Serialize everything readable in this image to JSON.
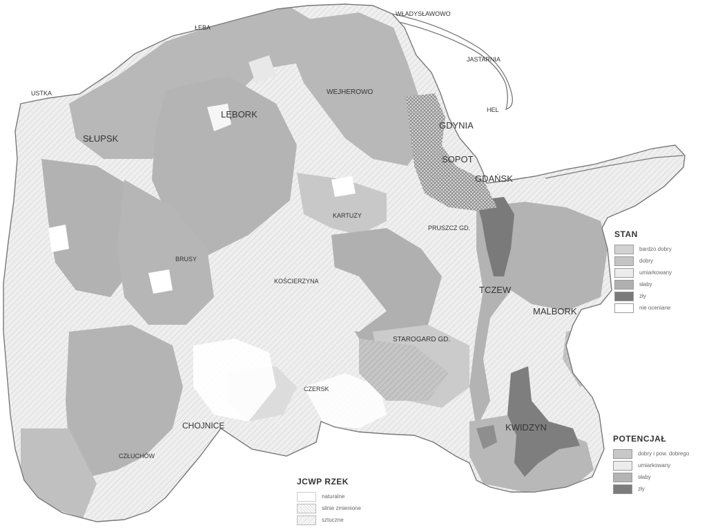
{
  "places": [
    {
      "id": "leba",
      "name": "ŁEBA"
    },
    {
      "id": "wladyslawowo",
      "name": "WŁADYSŁAWOWO"
    },
    {
      "id": "jastarnia",
      "name": "JASTARNIA"
    },
    {
      "id": "hel",
      "name": "HEL"
    },
    {
      "id": "ustka",
      "name": "USTKA"
    },
    {
      "id": "wejherowo",
      "name": "WEJHEROWO"
    },
    {
      "id": "lebork",
      "name": "LĘBORK"
    },
    {
      "id": "slupsk",
      "name": "SŁUPSK"
    },
    {
      "id": "gdynia",
      "name": "GDYNIA"
    },
    {
      "id": "sopot",
      "name": "SOPOT"
    },
    {
      "id": "gdansk",
      "name": "GDAŃSK"
    },
    {
      "id": "kartuzy",
      "name": "KARTUZY"
    },
    {
      "id": "pruszcz",
      "name": "PRUSZCZ GD."
    },
    {
      "id": "brusy",
      "name": "BRUSY"
    },
    {
      "id": "koscierzyna",
      "name": "KOŚCIERZYNA"
    },
    {
      "id": "tczew",
      "name": "TCZEW"
    },
    {
      "id": "malbork",
      "name": "MALBORK"
    },
    {
      "id": "starogard",
      "name": "STAROGARD GD."
    },
    {
      "id": "czersk",
      "name": "CZERSK"
    },
    {
      "id": "kwidzyn",
      "name": "KWIDZYN"
    },
    {
      "id": "chojnice",
      "name": "CHOJNICE"
    },
    {
      "id": "czluchow",
      "name": "CZŁUCHÓW"
    }
  ],
  "legends": {
    "stan": {
      "title": "STAN",
      "items": [
        {
          "label": "bardzo dobry",
          "color": "#d2d2d2"
        },
        {
          "label": "dobry",
          "color": "#c4c4c4"
        },
        {
          "label": "umiarkowany",
          "color": "#ececec"
        },
        {
          "label": "słaby",
          "color": "#b0b0b0"
        },
        {
          "label": "zły",
          "color": "#7a7a7a"
        },
        {
          "label": "nie oceniane",
          "color": "#ffffff"
        }
      ]
    },
    "potencjal": {
      "title": "POTENCJAŁ",
      "items": [
        {
          "label": "dobry i pow. dobrego",
          "color": "#c8c8c8"
        },
        {
          "label": "umiarkowany",
          "color": "#ececec"
        },
        {
          "label": "słaby",
          "color": "#b4b4b4"
        },
        {
          "label": "zły",
          "color": "#7c7c7c"
        }
      ]
    },
    "jcwp": {
      "title": "JCWP RZEK",
      "items": [
        {
          "label": "naturalne",
          "color": "#ffffff"
        },
        {
          "label": "silnie zmienione",
          "color": "#f4f4f4"
        },
        {
          "label": "sztuczne",
          "color": "#f0f0f0"
        }
      ]
    }
  },
  "colors": {
    "sea": "#ffffff",
    "base_good": "#b6b6b6",
    "moderate": "#e9e9e9",
    "bad": "#7a7a7a",
    "city_hatch": "#8a8a8a",
    "outline": "#777777"
  }
}
